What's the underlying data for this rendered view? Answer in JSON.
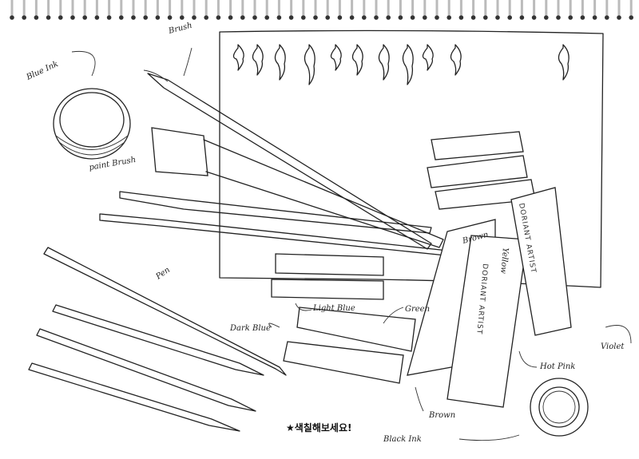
{
  "labels": {
    "blue_ink": "Blue Ink",
    "brush": "Brush",
    "paint_brush": "paint Brush",
    "pen": "Pen",
    "dark_blue": "Dark Blue",
    "light_blue": "Light Blue",
    "green": "Green",
    "brown_top": "Brown",
    "yellow": "Yellow",
    "hot_pink": "Hot Pink",
    "violet": "Violet",
    "brown_bottom": "Brown",
    "black_ink": "Black Ink"
  },
  "tube_brand": "DORIANT ARTIST",
  "caption": "★색칠해보세요!"
}
